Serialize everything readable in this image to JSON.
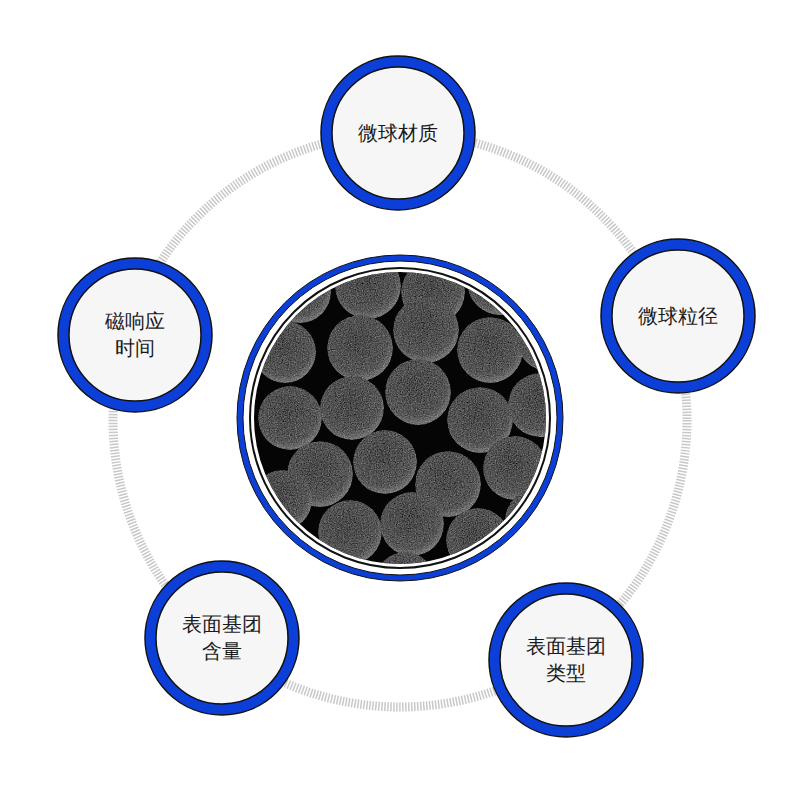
{
  "diagram": {
    "nodes": [
      {
        "text": [
          "微球材质"
        ]
      },
      {
        "text": [
          "微球粒径"
        ]
      },
      {
        "text": [
          "表面基团 类型"
        ]
      },
      {
        "text": [
          "表面基团 含量"
        ]
      },
      {
        "text": [
          "磁响应 时间"
        ]
      }
    ]
  }
}
